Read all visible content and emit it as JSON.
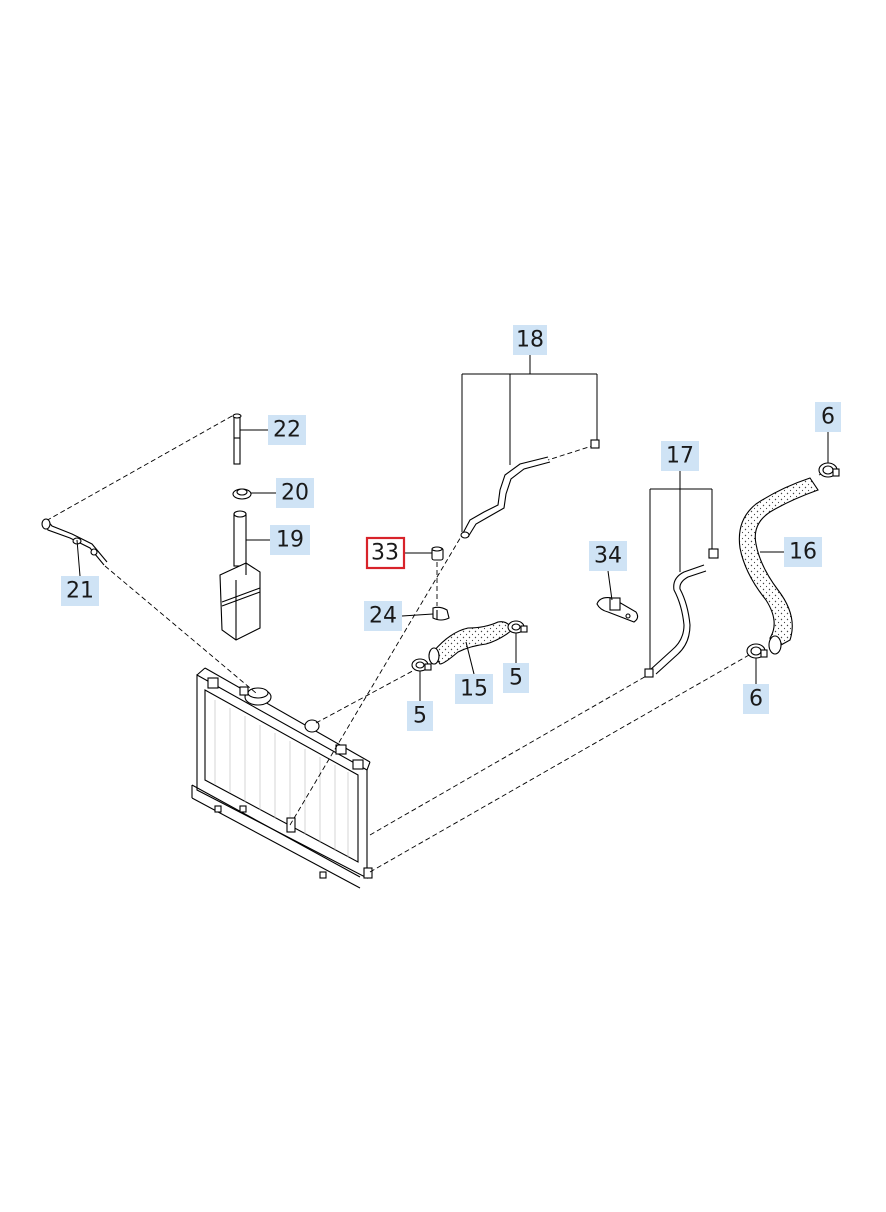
{
  "diagram": {
    "callouts": [
      {
        "id": "c18",
        "label": "18"
      },
      {
        "id": "c22",
        "label": "22"
      },
      {
        "id": "c20",
        "label": "20"
      },
      {
        "id": "c19",
        "label": "19"
      },
      {
        "id": "c21",
        "label": "21"
      },
      {
        "id": "c33",
        "label": "33",
        "highlighted": true
      },
      {
        "id": "c24",
        "label": "24"
      },
      {
        "id": "c15",
        "label": "15"
      },
      {
        "id": "c5a",
        "label": "5"
      },
      {
        "id": "c5b",
        "label": "5"
      },
      {
        "id": "c17",
        "label": "17"
      },
      {
        "id": "c34",
        "label": "34"
      },
      {
        "id": "c16",
        "label": "16"
      },
      {
        "id": "c6a",
        "label": "6"
      },
      {
        "id": "c6b",
        "label": "6"
      }
    ],
    "colors": {
      "callout_fill": "#cfe3f5",
      "highlight_border": "#d8232a",
      "line": "#000000"
    }
  }
}
